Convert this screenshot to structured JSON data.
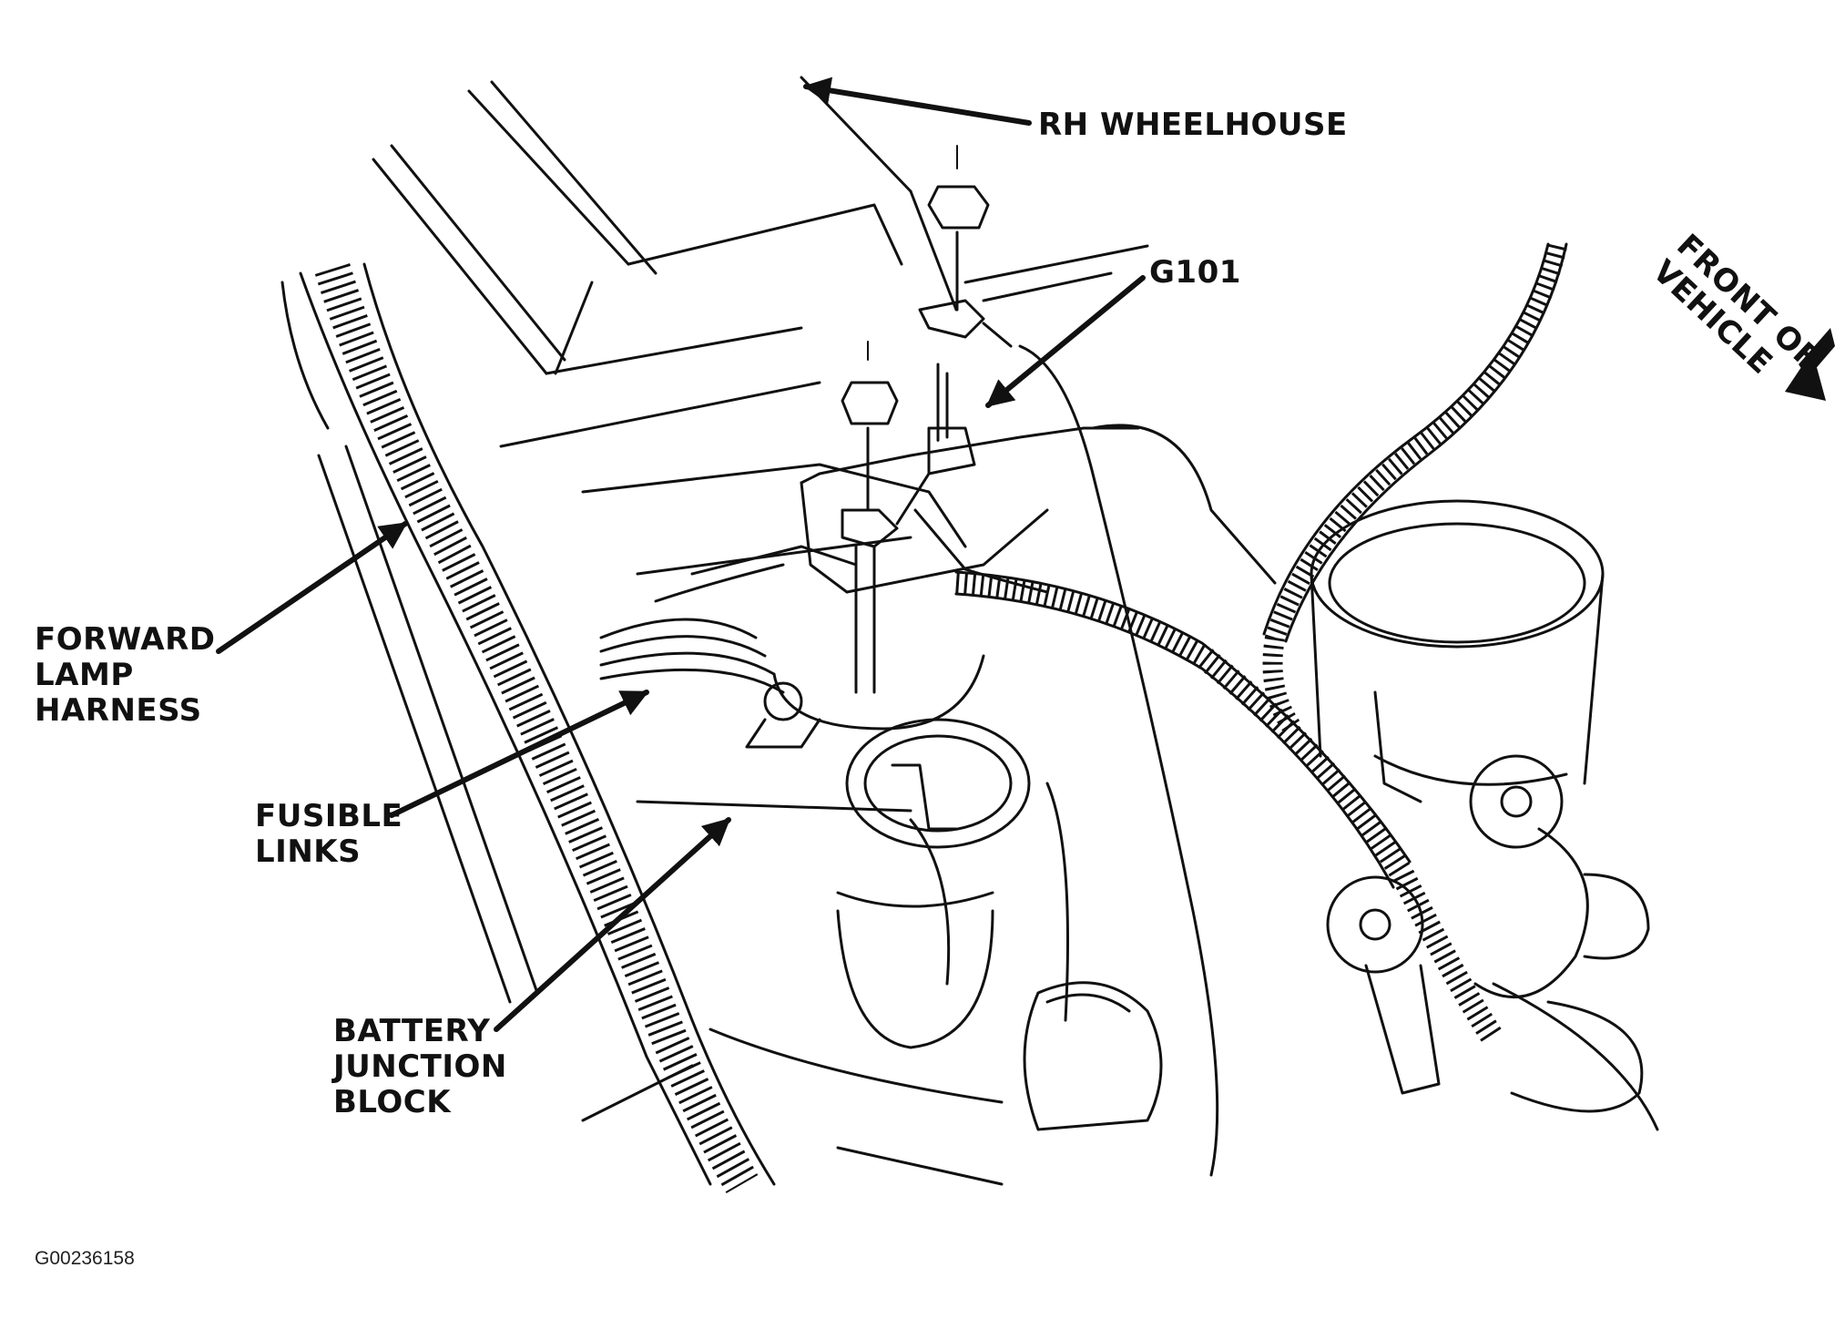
{
  "figure_id": "G00236158",
  "callouts": {
    "rh_wheelhouse": "RH WHEELHOUSE",
    "g101": "G101",
    "front_of_vehicle": [
      "FRONT OF",
      "VEHICLE"
    ],
    "forward_lamp_harness": [
      "FORWARD",
      "LAMP",
      "HARNESS"
    ],
    "fusible_links": [
      "FUSIBLE",
      "LINKS"
    ],
    "battery_junction_block": [
      "BATTERY",
      "JUNCTION",
      "BLOCK"
    ]
  },
  "colors": {
    "ink": "#111111",
    "paper": "#ffffff"
  }
}
